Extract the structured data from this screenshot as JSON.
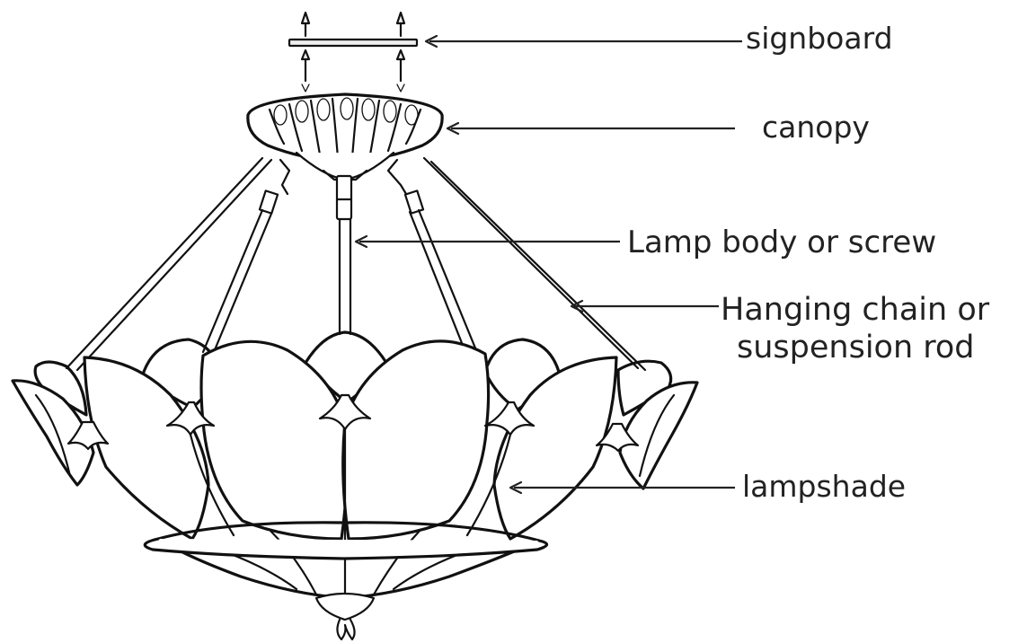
{
  "labels": {
    "signboard": "signboard",
    "canopy": "canopy",
    "lamp_body": "Lamp body or screw",
    "chain_line1": "Hanging chain or",
    "chain_line2": "suspension rod",
    "lampshade": "lampshade"
  },
  "colors": {
    "ink": "#111111",
    "label_text": "#222222",
    "glass_texture": "#d9d9d9",
    "background": "#ffffff"
  }
}
